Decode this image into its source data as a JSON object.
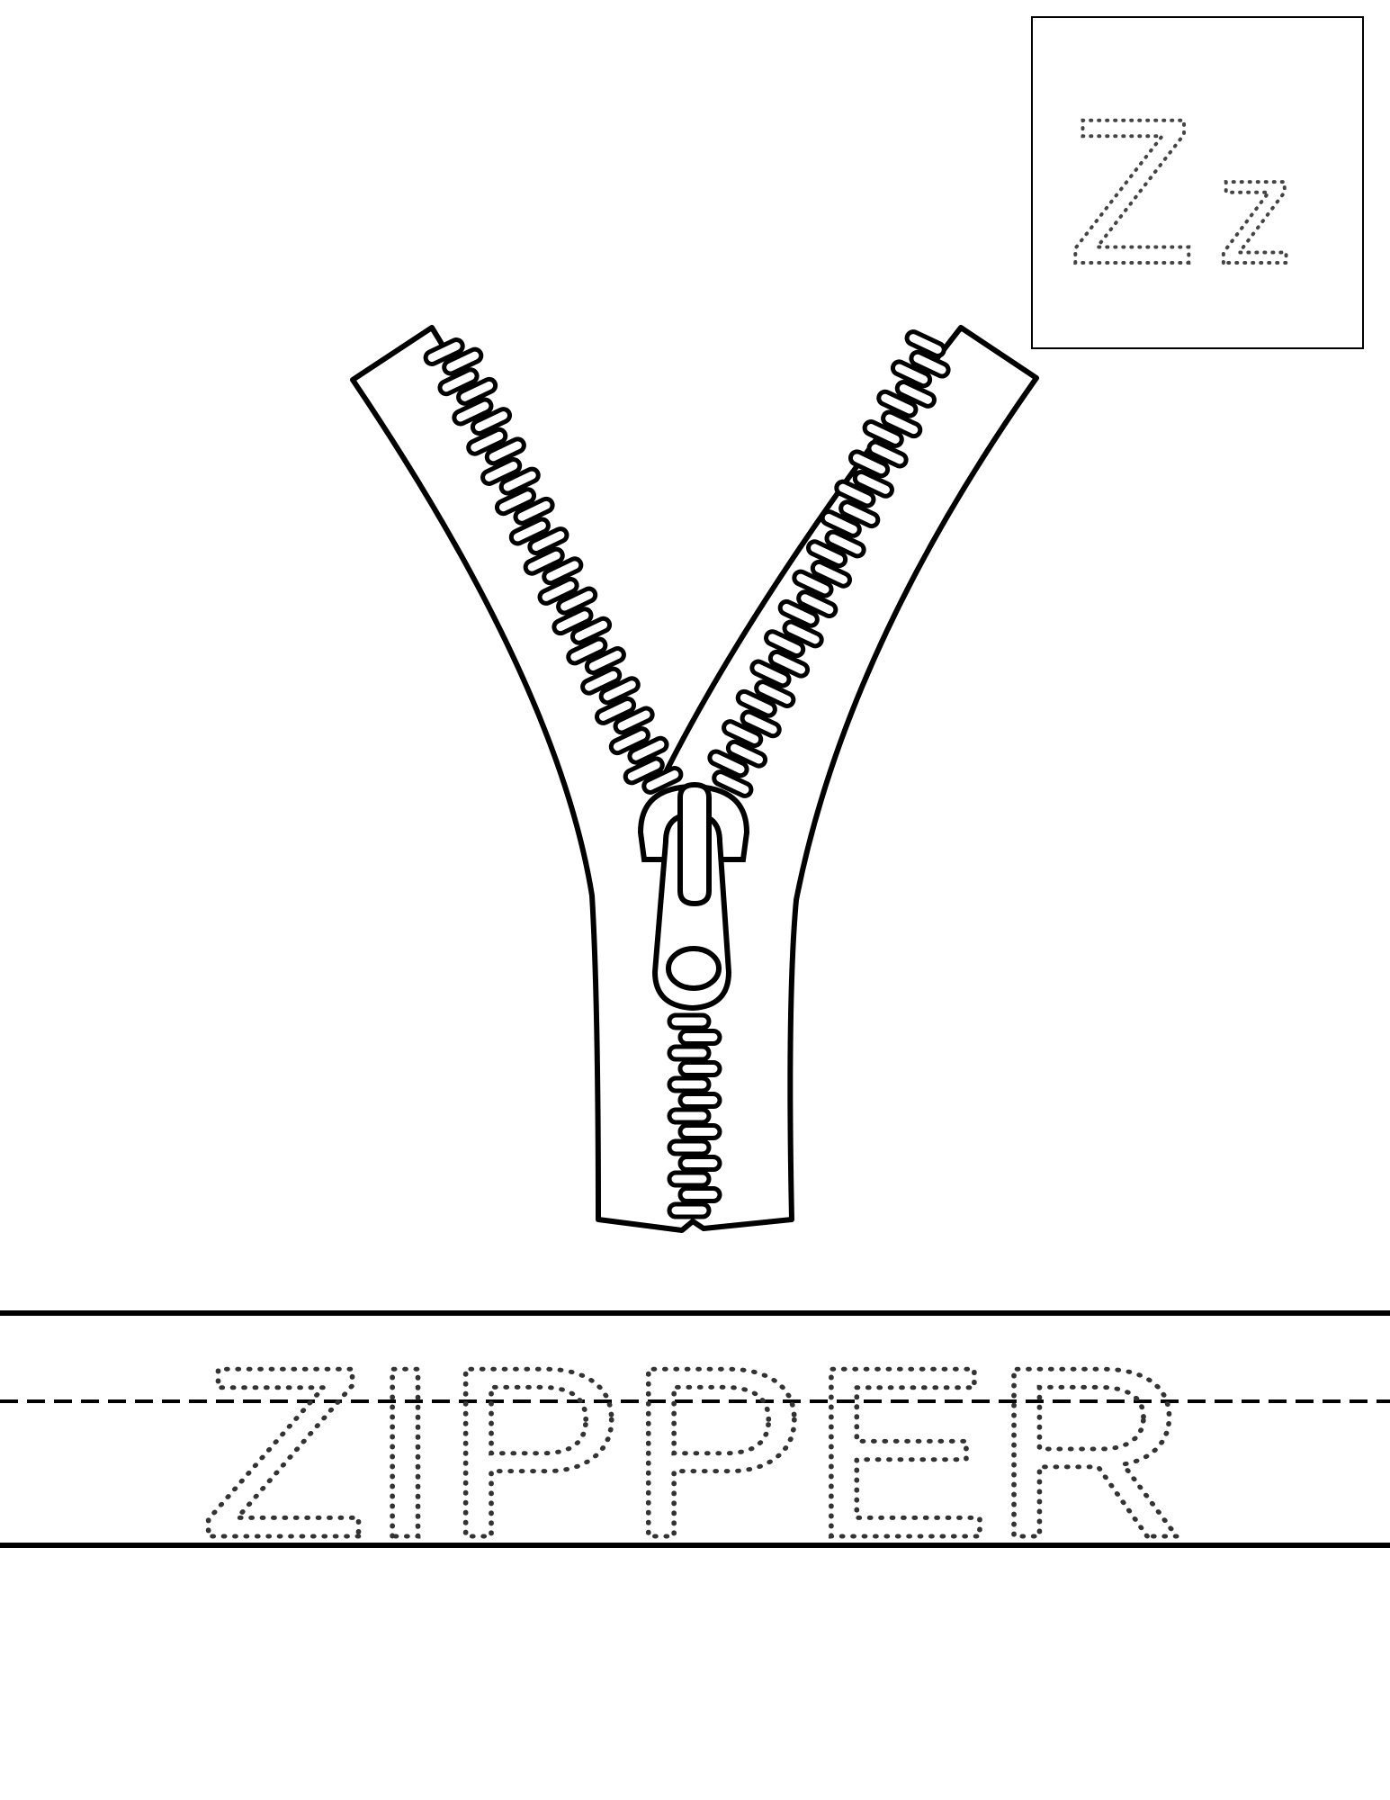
{
  "worksheet": {
    "letter_upper": "Z",
    "letter_lower": "z",
    "word": "ZIPPER",
    "picture": "zipper-icon"
  },
  "colors": {
    "ink": "#000000",
    "paper": "#ffffff",
    "trace": "#444444"
  }
}
